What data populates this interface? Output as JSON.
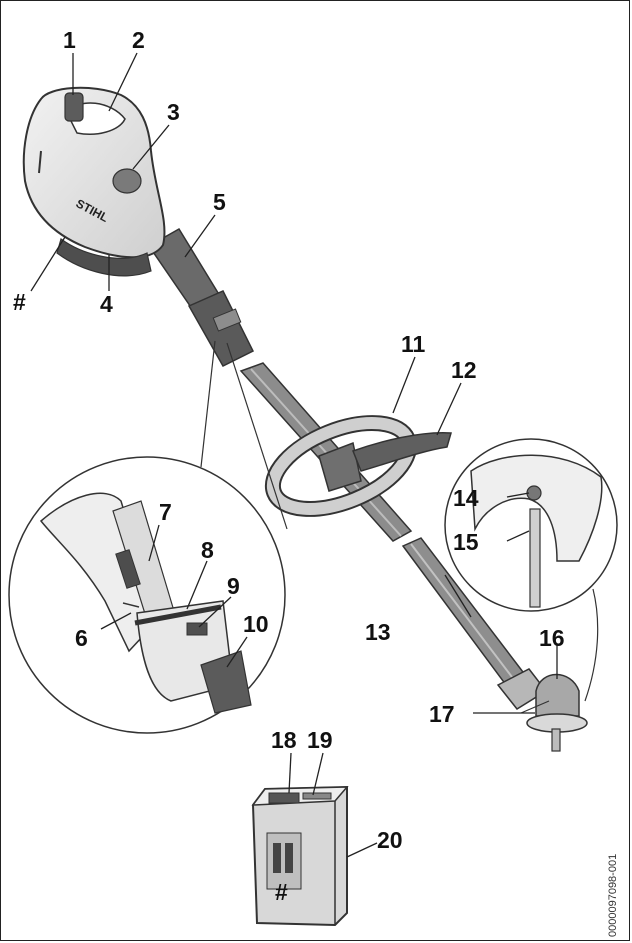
{
  "brand_text": "STIHL",
  "figure_code": "0000097098-001",
  "callouts": [
    {
      "id": "1",
      "label": "1"
    },
    {
      "id": "2",
      "label": "2"
    },
    {
      "id": "3",
      "label": "3"
    },
    {
      "id": "4",
      "label": "4"
    },
    {
      "id": "5",
      "label": "5"
    },
    {
      "id": "6",
      "label": "6"
    },
    {
      "id": "7",
      "label": "7"
    },
    {
      "id": "8",
      "label": "8"
    },
    {
      "id": "9",
      "label": "9"
    },
    {
      "id": "10",
      "label": "10"
    },
    {
      "id": "11",
      "label": "11"
    },
    {
      "id": "12",
      "label": "12"
    },
    {
      "id": "13",
      "label": "13"
    },
    {
      "id": "14",
      "label": "14"
    },
    {
      "id": "15",
      "label": "15"
    },
    {
      "id": "16",
      "label": "16"
    },
    {
      "id": "17",
      "label": "17"
    },
    {
      "id": "18",
      "label": "18"
    },
    {
      "id": "19",
      "label": "19"
    },
    {
      "id": "20",
      "label": "20"
    },
    {
      "id": "hash-top",
      "label": "#"
    },
    {
      "id": "hash-battery",
      "label": "#"
    }
  ]
}
